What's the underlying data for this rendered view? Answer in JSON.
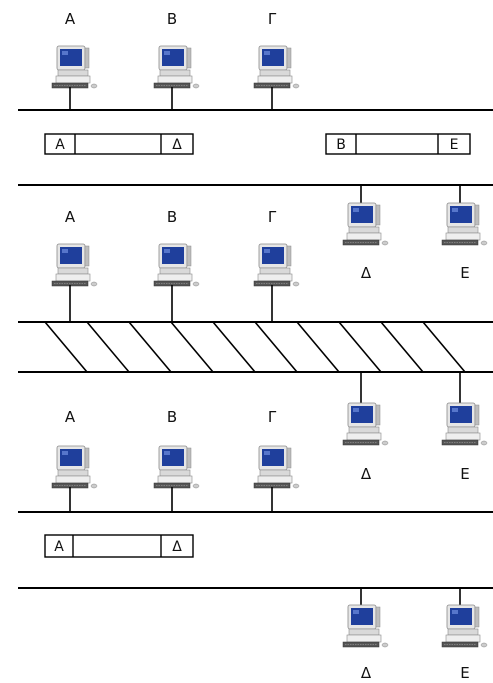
{
  "panels": [
    {
      "top_computers": [
        {
          "label": "A"
        },
        {
          "label": "B"
        },
        {
          "label": "Γ"
        }
      ],
      "frames": [
        {
          "source": "A",
          "destination": "Δ"
        },
        {
          "source": "B",
          "destination": "E"
        }
      ],
      "bottom_computers": []
    },
    {
      "top_computers": [
        {
          "label": "A"
        },
        {
          "label": "B"
        },
        {
          "label": "Γ"
        }
      ],
      "frames": [],
      "bottom_computers": [
        {
          "label": "Δ"
        },
        {
          "label": "E"
        }
      ]
    },
    {
      "top_computers": [
        {
          "label": "A"
        },
        {
          "label": "B"
        },
        {
          "label": "Γ"
        }
      ],
      "frames": [
        {
          "source": "A",
          "destination": "Δ"
        }
      ],
      "bottom_computers": [
        {
          "label": "Δ"
        },
        {
          "label": "E"
        }
      ]
    }
  ],
  "colors": {
    "screen": "#1f3f9c",
    "screen_highlight": "#6f8fe0",
    "case": "#e6e6e6",
    "case_shadow": "#9a9a9a",
    "line": "#000000"
  }
}
